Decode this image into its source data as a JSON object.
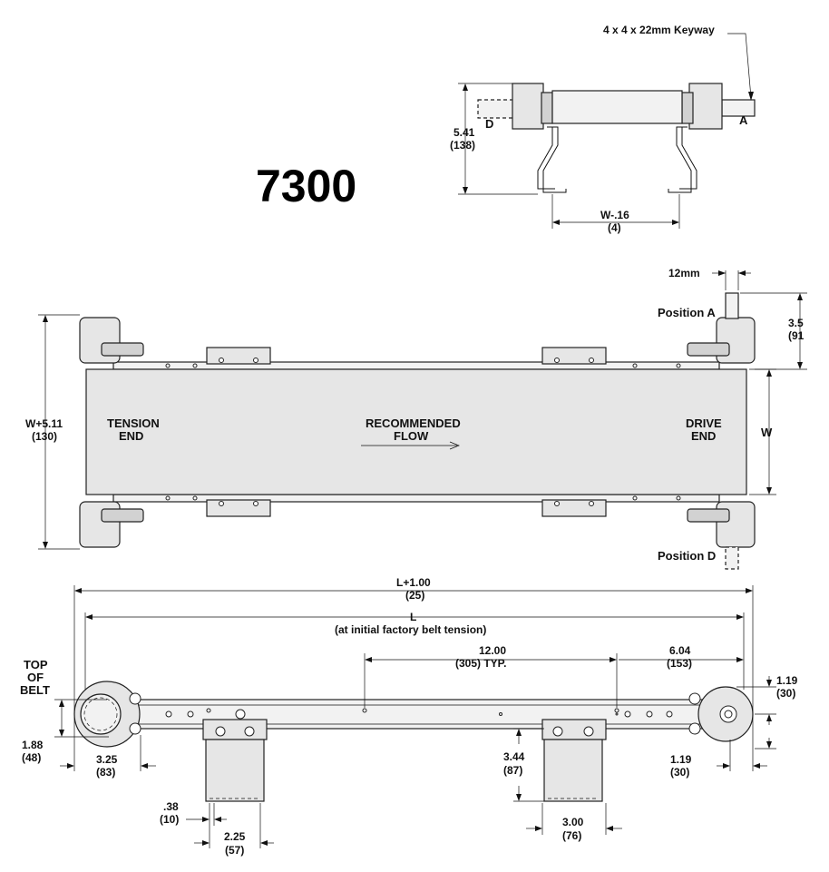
{
  "model": "7300",
  "end_view": {
    "keyway_label": "4 x 4 x 22mm Keyway",
    "pos_a": "A",
    "pos_d": "D",
    "height_in": "5.41",
    "height_mm": "(138)",
    "width_in": "W-.16",
    "width_mm": "(4)"
  },
  "top_view": {
    "shaft_width": "12mm",
    "position_a": "Position A",
    "position_d": "Position D",
    "shaft_len_in": "3.5",
    "shaft_len_mm": "(91",
    "overall_width_in": "W+5.11",
    "overall_width_mm": "(130)",
    "belt_width": "W",
    "tension_1": "TENSION",
    "tension_2": "END",
    "flow_1": "RECOMMENDED",
    "flow_2": "FLOW",
    "drive_1": "DRIVE",
    "drive_2": "END"
  },
  "side_view": {
    "overall_len_in": "L+1.00",
    "overall_len_mm": "(25)",
    "len_in": "L",
    "len_note": "(at initial factory belt tension)",
    "spacing_in": "12.00",
    "spacing_mm": "(305) TYP.",
    "end_offset_in": "6.04",
    "end_offset_mm": "(153)",
    "top_offset_in": "1.19",
    "top_offset_mm": "(30)",
    "top_belt_1": "TOP",
    "top_belt_2": "OF",
    "top_belt_3": "BELT",
    "frame_h_in": "1.88",
    "frame_h_mm": "(48)",
    "tension_ext_in": "3.25",
    "tension_ext_mm": "(83)",
    "stand_h_in": "3.44",
    "stand_h_mm": "(87)",
    "drive_ext_in": "1.19",
    "drive_ext_mm": "(30)",
    "slot_in": ".38",
    "slot_mm": "(10)",
    "stand_w_in": "2.25",
    "stand_w_mm": "(57)",
    "stand_w2_in": "3.00",
    "stand_w2_mm": "(76)"
  }
}
